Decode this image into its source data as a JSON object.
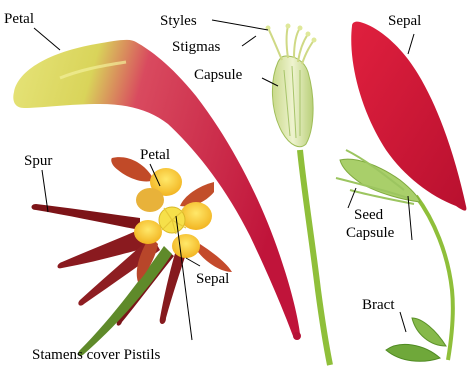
{
  "labels": {
    "petal_top": "Petal",
    "styles": "Styles",
    "stigmas": "Stigmas",
    "capsule": "Capsule",
    "sepal_top": "Sepal",
    "spur": "Spur",
    "petal_flower": "Petal",
    "seed_capsule_line1": "Seed",
    "seed_capsule_line2": "Capsule",
    "sepal_flower": "Sepal",
    "bract": "Bract",
    "stamens": "Stamens cover Pistils"
  }
}
